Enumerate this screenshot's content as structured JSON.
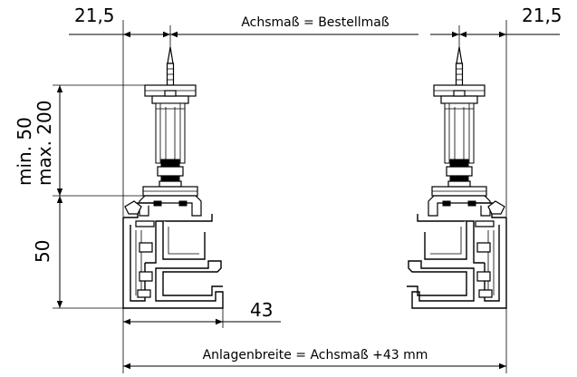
{
  "dimensions": {
    "top_left": "21,5",
    "top_right": "21,5",
    "top_center": "Achsmaß = Bestellmaß",
    "left_min": "min. 50",
    "left_max": "max. 200",
    "left_50": "50",
    "bottom_43": "43",
    "bottom_total": "Anlagenbreite = Achsmaß +43 mm"
  }
}
